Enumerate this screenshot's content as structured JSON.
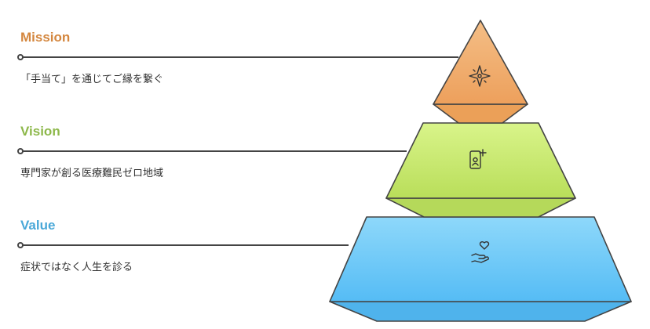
{
  "colors": {
    "mission": "#D4873F",
    "vision": "#8DB84A",
    "value": "#4AA8D8",
    "line": "#444444"
  },
  "levels": [
    {
      "title": "Mission",
      "description": "「手当て」を通じてご縁を繋ぐ",
      "icon": "compass-star-icon"
    },
    {
      "title": "Vision",
      "description": "専門家が創る医療難民ゼロ地域",
      "icon": "mobile-medical-icon"
    },
    {
      "title": "Value",
      "description": "症状ではなく人生を診る",
      "icon": "hand-heart-icon"
    }
  ]
}
